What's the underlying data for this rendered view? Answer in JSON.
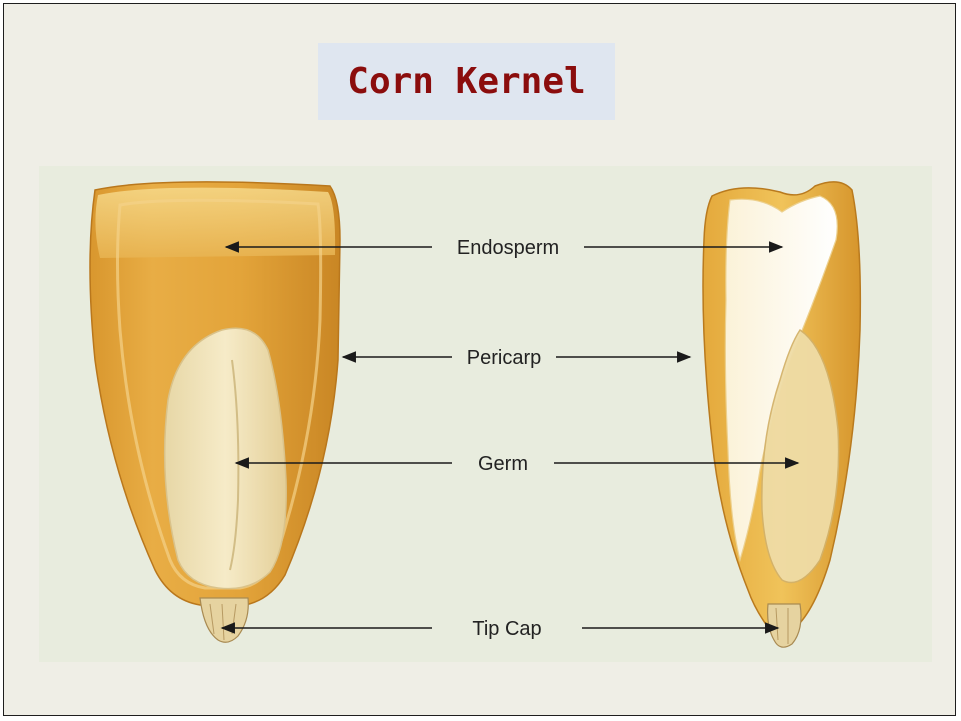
{
  "title": "Corn Kernel",
  "labels": {
    "endosperm": "Endosperm",
    "pericarp": "Pericarp",
    "germ": "Germ",
    "tip_cap": "Tip Cap"
  },
  "icons": [
    "corn-kernel-front-view",
    "corn-kernel-cross-section"
  ]
}
